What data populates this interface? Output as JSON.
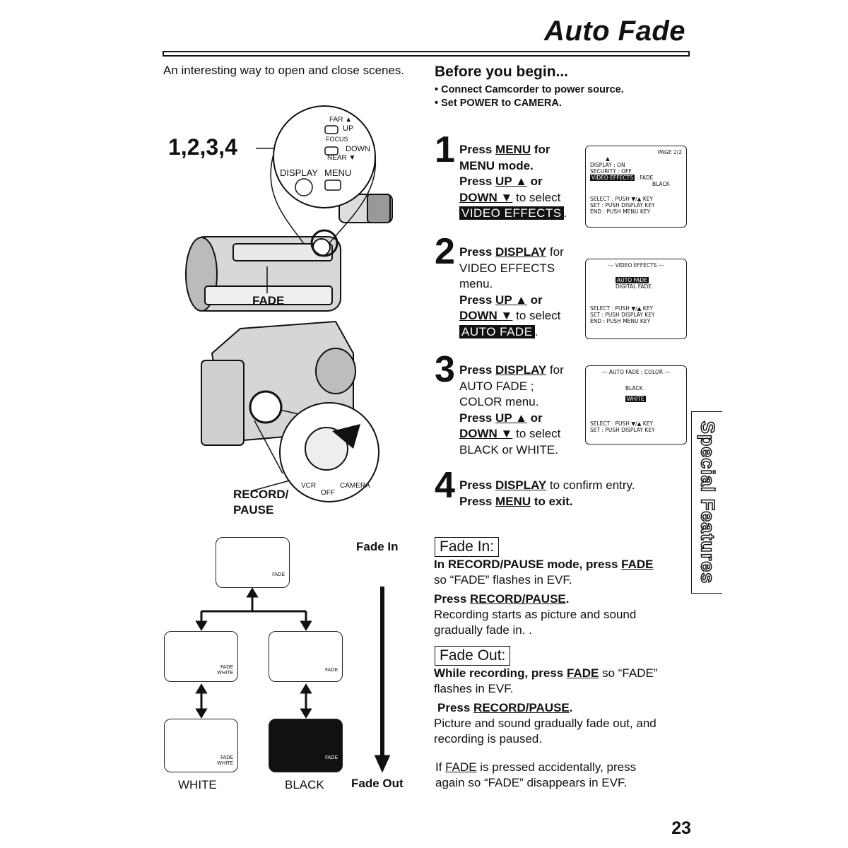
{
  "page": {
    "title": "Auto Fade",
    "intro": "An interesting way to open and close scenes.",
    "page_number": "23",
    "side_tab": "Special Features"
  },
  "before": {
    "heading": "Before you begin...",
    "items": [
      "• Connect Camcorder to power source.",
      "• Set POWER to CAMERA."
    ]
  },
  "steps": {
    "s1": {
      "num": "1",
      "a": "Press ",
      "menu": "MENU",
      "b": " for",
      "c": "MENU mode.",
      "d": "Press ",
      "up": "UP ▲",
      "e": " or",
      "down": "DOWN ▼",
      "f": " to select",
      "hl": "VIDEO EFFECTS",
      "g": "."
    },
    "s2": {
      "num": "2",
      "a": "Press ",
      "key": "DISPLAY",
      "b": " for",
      "c": "VIDEO EFFECTS",
      "d": "menu.",
      "e": "Press ",
      "up": "UP ▲",
      "f": " or",
      "down": "DOWN ▼",
      "g": " to select",
      "hl": "AUTO FADE",
      "h": "."
    },
    "s3": {
      "num": "3",
      "a": "Press ",
      "key": "DISPLAY",
      "b": " for",
      "c": "AUTO FADE ;",
      "d": "COLOR menu.",
      "e": "Press ",
      "up": "UP ▲",
      "f": " or",
      "down": "DOWN ▼",
      "g": " to select",
      "h": "BLACK or WHITE."
    },
    "s4": {
      "num": "4",
      "a": "Press ",
      "key": "DISPLAY",
      "b": " to confirm entry.",
      "c": "Press ",
      "menu": "MENU",
      "d": " to exit."
    }
  },
  "screens": {
    "sc1": {
      "page": "PAGE 2/2",
      "arrow": "▲",
      "l1": "DISPLAY        : ON",
      "l2": "SECURITY       : OFF",
      "l3a": "VIDEO EFFECTS",
      "l3b": " : FADE",
      "l4": "BLACK",
      "k1": "SELECT : PUSH ▼/▲ KEY",
      "k2": "SET      : PUSH DISPLAY KEY",
      "k3": "END      : PUSH MENU KEY"
    },
    "sc2": {
      "head": "--- VIDEO EFFECTS ---",
      "o1": "AUTO FADE",
      "o2": "DIGITAL FADE",
      "k1": "SELECT : PUSH ▼/▲ KEY",
      "k2": "SET      : PUSH DISPLAY KEY",
      "k3": "END      : PUSH MENU KEY"
    },
    "sc3": {
      "head": "--- AUTO FADE ; COLOR ---",
      "o1": "BLACK",
      "o2": "WHITE",
      "k1": "SELECT : PUSH ▼/▲ KEY",
      "k2": "SET      : PUSH DISPLAY KEY"
    }
  },
  "fade_in": {
    "label": "Fade In:",
    "p1a": "In RECORD/PAUSE mode, press ",
    "p1k": "FADE",
    "p1b": "so “FADE” flashes in EVF.",
    "p2a": "Press ",
    "p2k": "RECORD/PAUSE",
    "p2b": ".",
    "p3": "Recording starts as picture and sound gradually fade in. ."
  },
  "fade_out": {
    "label": "Fade Out:",
    "p1a": "While recording, press ",
    "p1k": "FADE",
    "p1b": " so “FADE”",
    "p1c": "flashes in EVF.",
    "p2a": "Press ",
    "p2k": "RECORD/PAUSE",
    "p2b": ".",
    "p3": "Picture and sound gradually fade out, and recording is paused."
  },
  "note": {
    "a": "If ",
    "k": "FADE",
    "b": " is pressed accidentally, press",
    "c": "again so “FADE” disappears in EVF."
  },
  "illus": {
    "steps_label": "1,2,3,4",
    "far": "FAR ▲",
    "up": "UP",
    "focus": "FOCUS",
    "down": "DOWN",
    "near": "NEAR ▼",
    "display": "DISPLAY",
    "menu": "MENU",
    "fade": "FADE",
    "record_pause_1": "RECORD/",
    "record_pause_2": "PAUSE",
    "vcr": "VCR",
    "off": "OFF",
    "camera": "CAMERA",
    "fade_in": "Fade In",
    "fade_out": "Fade Out",
    "white": "WHITE",
    "black": "BLACK",
    "fr_fade": "FADE",
    "fr_white": "WHITE"
  }
}
